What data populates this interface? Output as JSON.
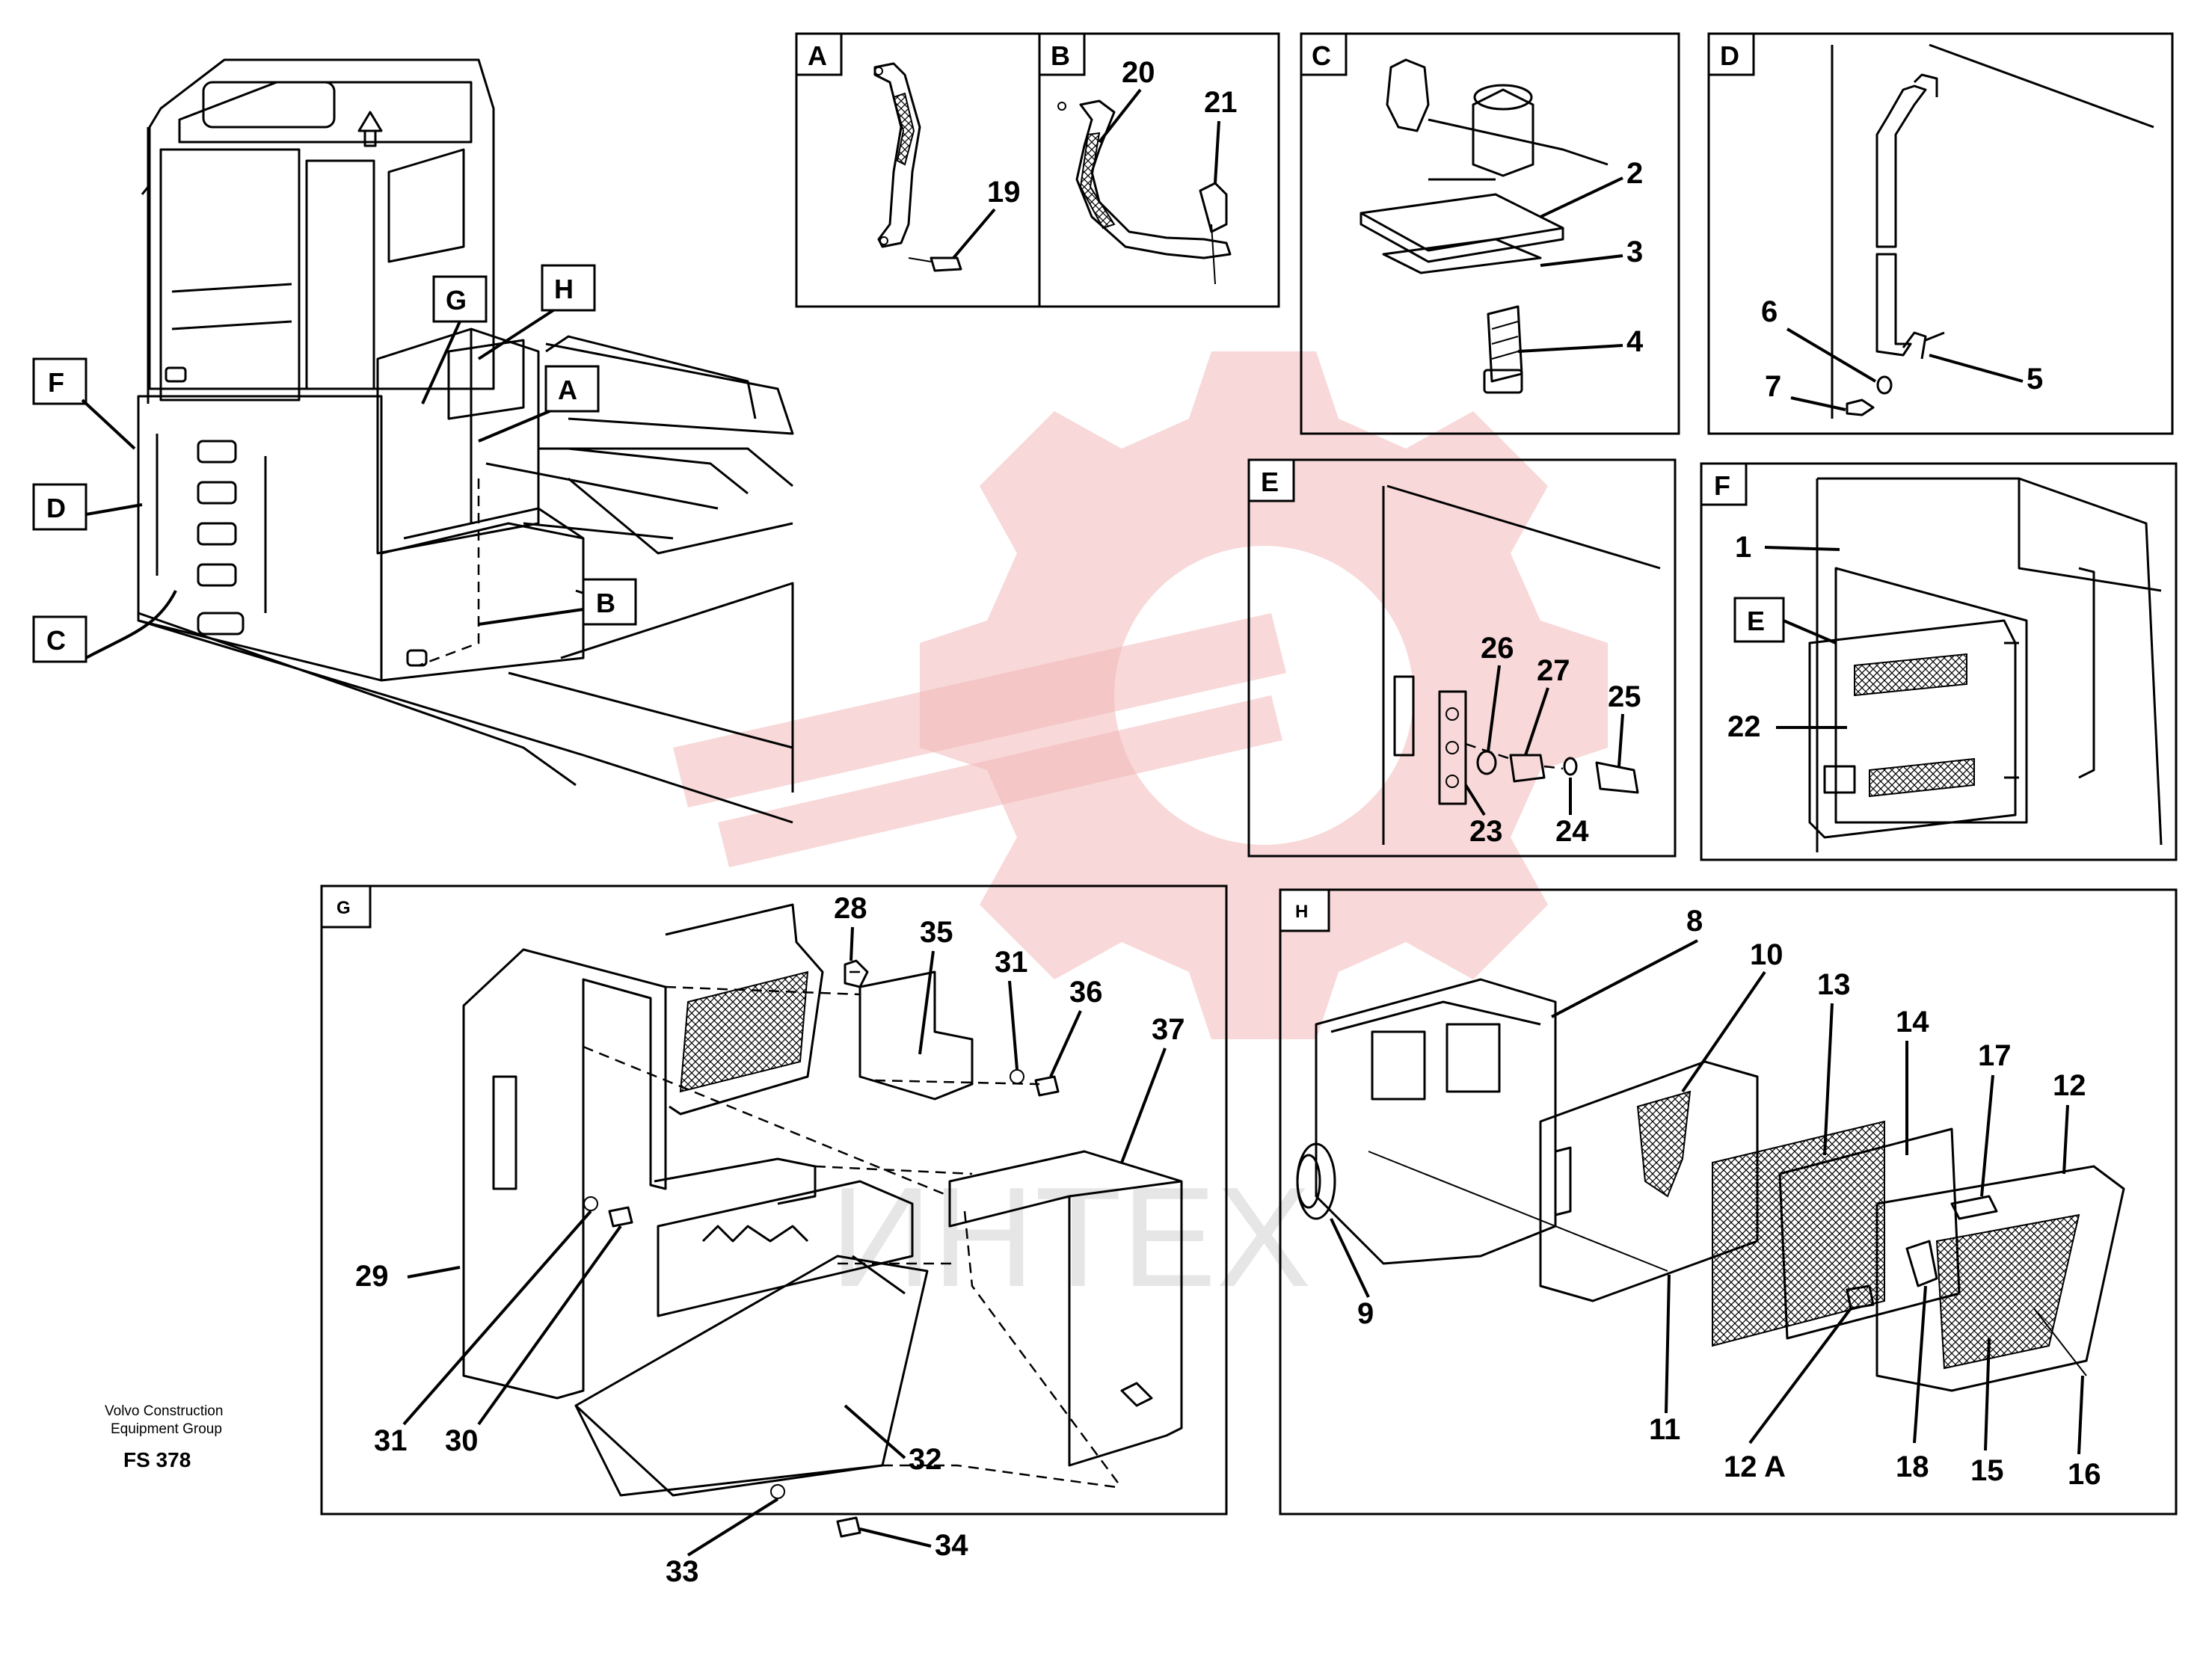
{
  "watermark": {
    "text": "ИНТЕХ"
  },
  "panels": [
    {
      "id": "A",
      "label": "A"
    },
    {
      "id": "B",
      "label": "B"
    },
    {
      "id": "C",
      "label": "C"
    },
    {
      "id": "D",
      "label": "D"
    },
    {
      "id": "E",
      "label": "E"
    },
    {
      "id": "F",
      "label": "F"
    },
    {
      "id": "G",
      "label": "G"
    },
    {
      "id": "H",
      "label": "H"
    }
  ],
  "overview_tags": {
    "A": "A",
    "B": "B",
    "C": "C",
    "D": "D",
    "F": "F",
    "G": "G",
    "H": "H"
  },
  "callouts": {
    "p1": "1",
    "p2": "2",
    "p3": "3",
    "p4": "4",
    "p5": "5",
    "p6": "6",
    "p7": "7",
    "p8": "8",
    "p9": "9",
    "p10": "10",
    "p11": "11",
    "p12": "12",
    "p12a": "12 A",
    "p13": "13",
    "p14": "14",
    "p15": "15",
    "p16": "16",
    "p17": "17",
    "p18": "18",
    "p19": "19",
    "p20": "20",
    "p21": "21",
    "p22": "22",
    "p23": "23",
    "p24": "24",
    "p25": "25",
    "p26": "26",
    "p27": "27",
    "p28": "28",
    "p29": "29",
    "p30": "30",
    "p31a": "31",
    "p31b": "31",
    "p32": "32",
    "p33": "33",
    "p34": "34",
    "p35": "35",
    "p36": "36",
    "p37": "37",
    "fE": "E"
  },
  "footer": {
    "line1": "Volvo Construction",
    "line2": "Equipment Group",
    "code": "FS 378"
  },
  "colors": {
    "line": "#000000",
    "watermark": "#f2b8b8",
    "background": "#ffffff"
  }
}
